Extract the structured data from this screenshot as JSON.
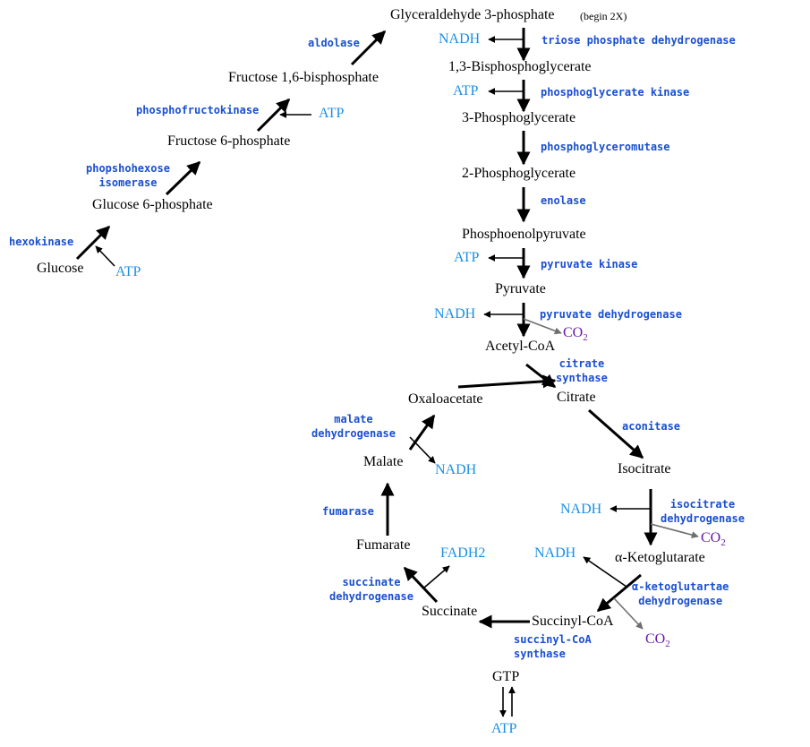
{
  "colors": {
    "metabolite": "#000000",
    "cofactor": "#1a8fe3",
    "enzyme": "#1a4fd0",
    "co2": "#6a1aa8",
    "arrow": "#000000",
    "co2_arrow": "#6e6e6e"
  },
  "metabolites": {
    "glucose": "Glucose",
    "g6p": "Glucose 6-phosphate",
    "f6p": "Fructose 6-phosphate",
    "f16bp": "Fructose 1,6-bisphosphate",
    "g3p": "Glyceraldehyde 3-phosphate",
    "g3p_note": "(begin 2X)",
    "bpg13": "1,3-Bisphosphoglycerate",
    "pg3": "3-Phosphoglycerate",
    "pg2": "2-Phosphoglycerate",
    "pep": "Phosphoenolpyruvate",
    "pyruvate": "Pyruvate",
    "acetylcoa": "Acetyl-CoA",
    "citrate": "Citrate",
    "isocitrate": "Isocitrate",
    "akg": "α-Ketoglutarate",
    "succinylcoa": "Succinyl-CoA",
    "succinate": "Succinate",
    "fumarate": "Fumarate",
    "malate": "Malate",
    "oxaloacetate": "Oxaloacetate",
    "gtp": "GTP"
  },
  "cofactors": {
    "atp_hexokinase": "ATP",
    "atp_pfk": "ATP",
    "nadh_g3pdh": "NADH",
    "atp_pgk": "ATP",
    "atp_pk": "ATP",
    "nadh_pdh": "NADH",
    "co2_pdh": "CO",
    "nadh_idh": "NADH",
    "co2_idh": "CO",
    "nadh_akgdh": "NADH",
    "co2_akgdh": "CO",
    "fadh2": "FADH",
    "nadh_mdh": "NADH",
    "atp_gtp": "ATP",
    "co2_sub": "2",
    "fadh2_sub": "2"
  },
  "enzymes": {
    "hexokinase": "hexokinase",
    "pgi_1": "phopshohexose",
    "pgi_2": "isomerase",
    "pfk": "phosphofructokinase",
    "aldolase": "aldolase",
    "g3pdh": "triose phosphate dehydrogenase",
    "pgk": "phosphoglycerate kinase",
    "pgm": "phosphoglyceromutase",
    "enolase": "enolase",
    "pk": "pyruvate kinase",
    "pdh": "pyruvate dehydrogenase",
    "cs_1": "citrate",
    "cs_2": "synthase",
    "aconitase": "aconitase",
    "idh_1": "isocitrate",
    "idh_2": "dehydrogenase",
    "akgdh_1": "α-ketoglutartae",
    "akgdh_2": "dehydrogenase",
    "scs_1": "succinyl-CoA",
    "scs_2": "synthase",
    "sdh_1": "succinate",
    "sdh_2": "dehydrogenase",
    "fumarase": "fumarase",
    "mdh_1": "malate",
    "mdh_2": "dehydrogenase"
  }
}
